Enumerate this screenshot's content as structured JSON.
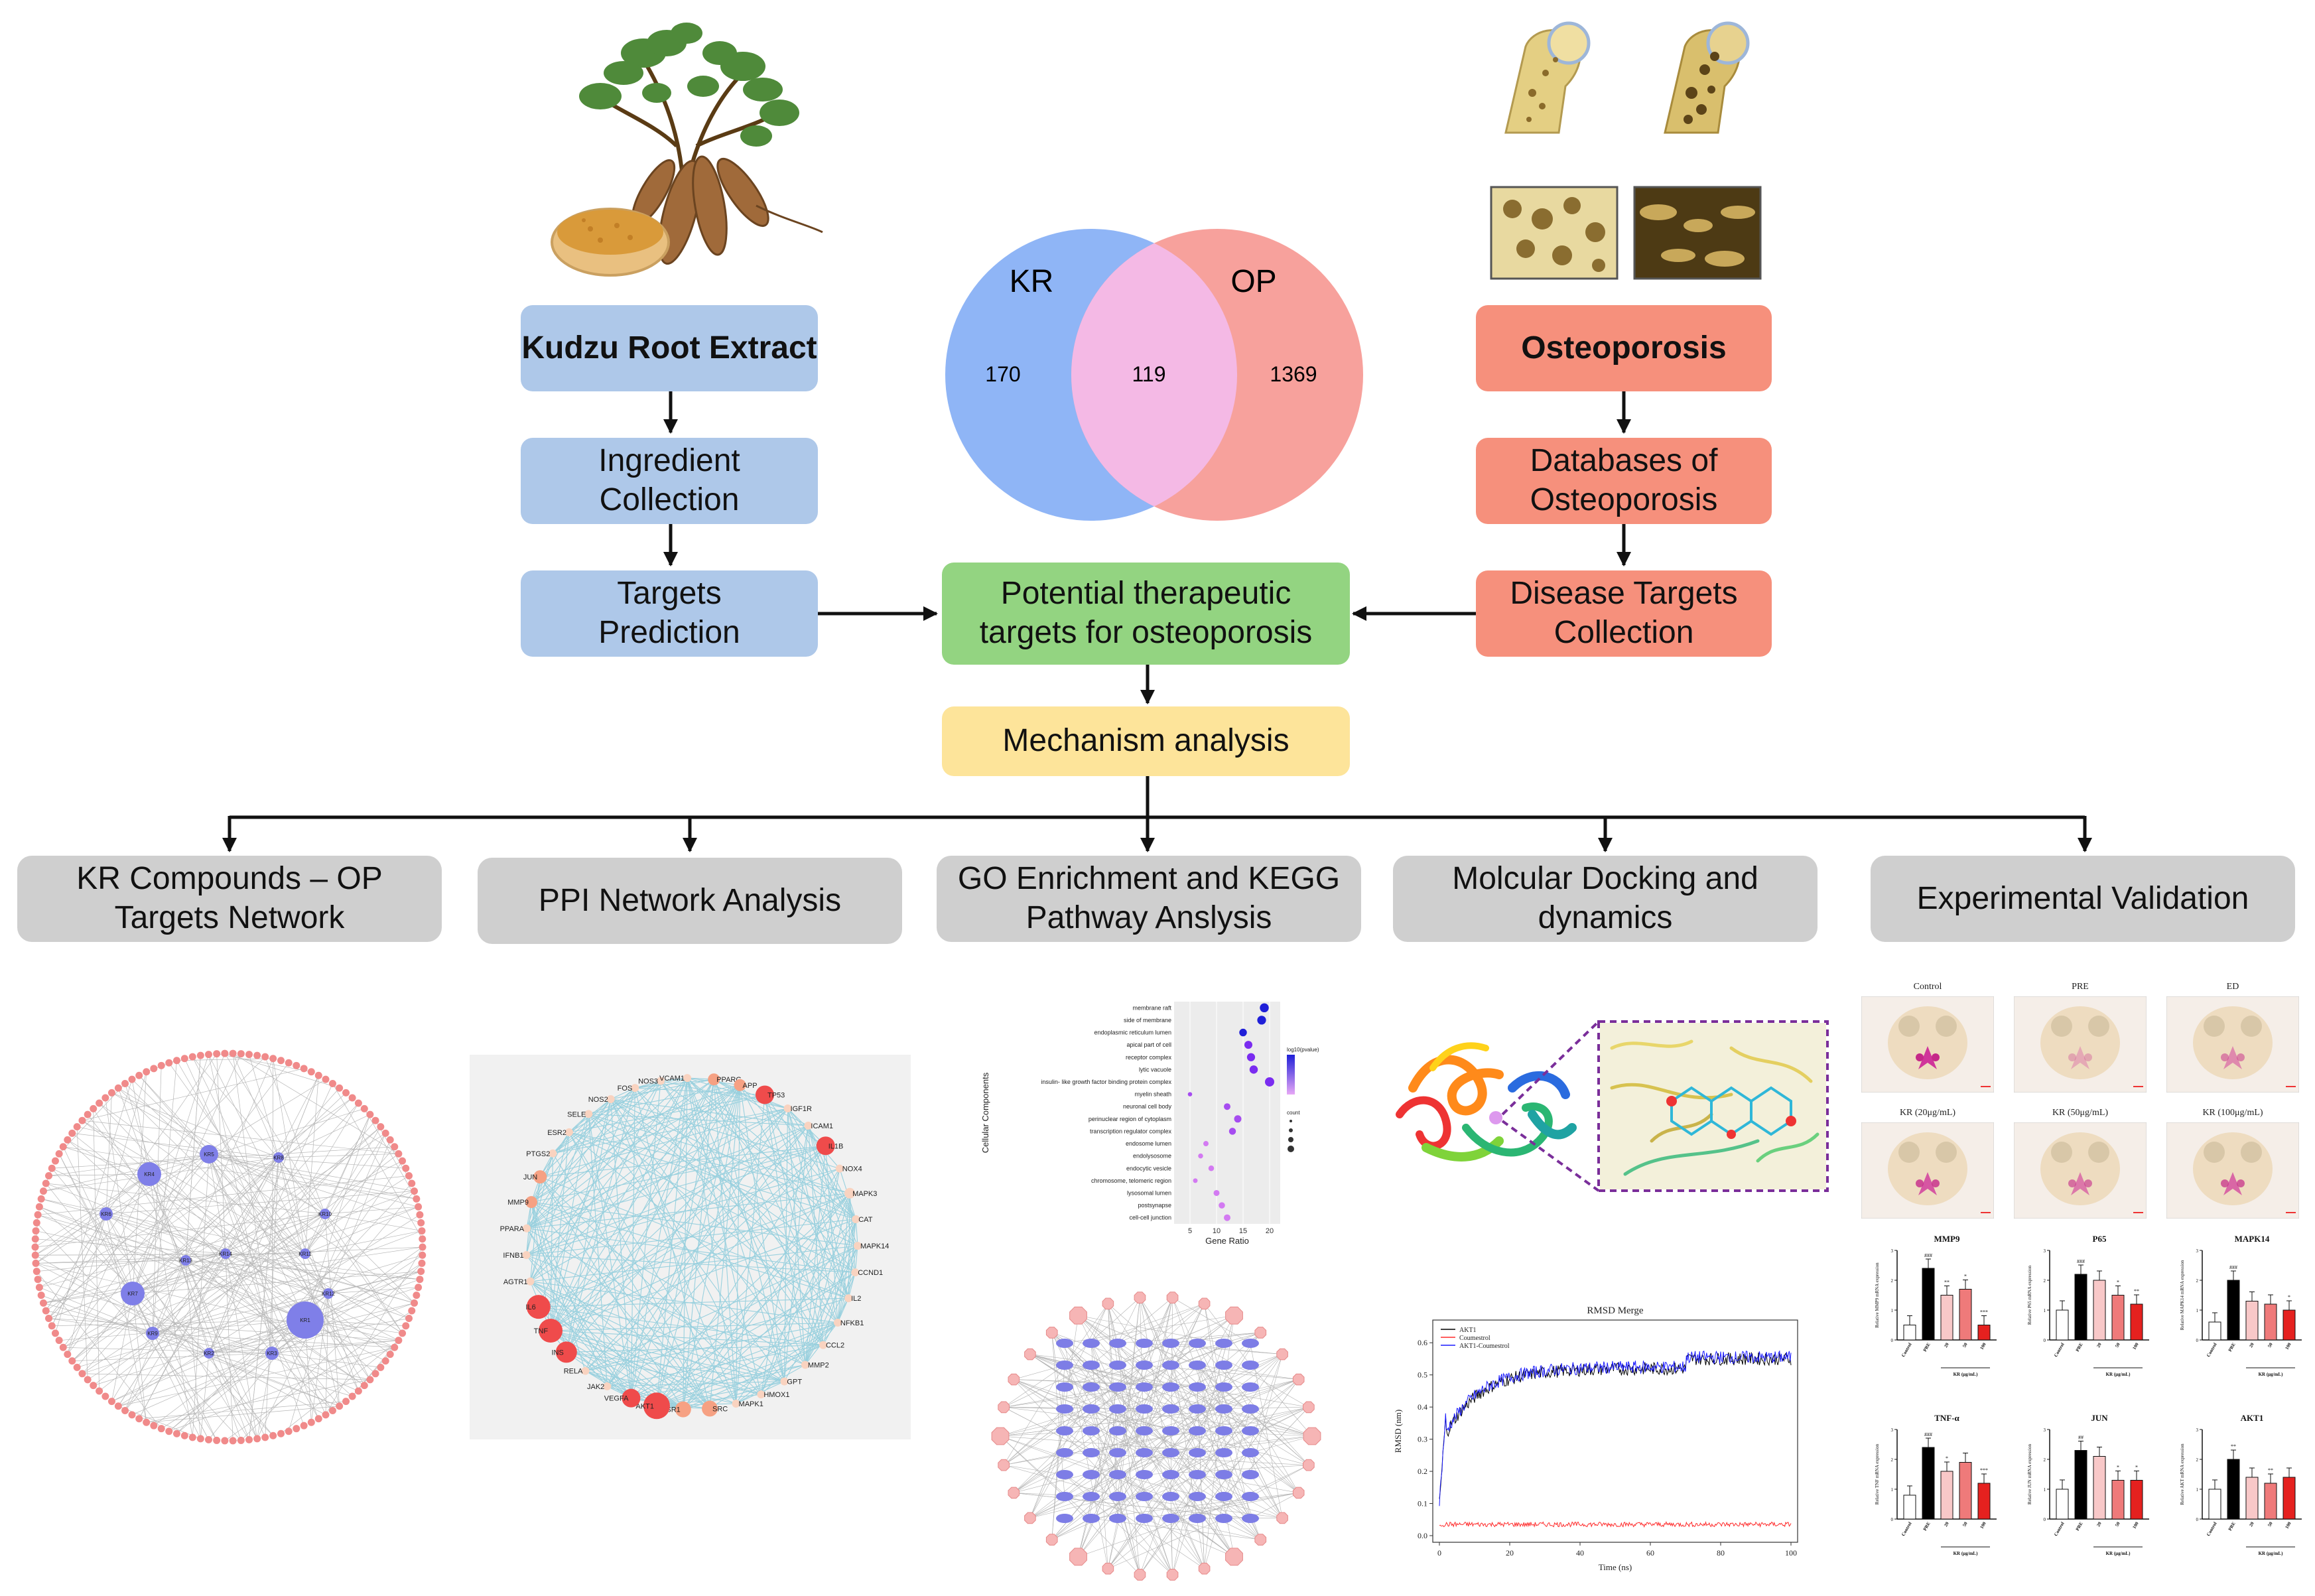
{
  "left_column": {
    "title": "Kudzu Root Extract",
    "step1": "Ingredient Collection",
    "step2": "Targets Prediction"
  },
  "right_column": {
    "title": "Osteoporosis",
    "step1": "Databases of Osteoporosis",
    "step2": "Disease Targets Collection"
  },
  "venn": {
    "left_label": "KR",
    "right_label": "OP",
    "left_only": "170",
    "overlap": "119",
    "right_only": "1369",
    "left_color": "#8fb5f6",
    "right_color": "#f7a19c",
    "overlap_color": "#f4b9e5"
  },
  "center": {
    "targets": "Potential therapeutic targets for osteoporosis",
    "mechanism": "Mechanism analysis"
  },
  "analyses": [
    {
      "label": "KR Compounds – OP Targets Network"
    },
    {
      "label": "PPI Network Analysis"
    },
    {
      "label": "GO Enrichment and KEGG Pathway Anslysis"
    },
    {
      "label": "Molcular Docking and dynamics"
    },
    {
      "label": "Experimental Validation"
    }
  ],
  "network1": {
    "hubs": [
      "KR4",
      "KR5",
      "KR8",
      "KR6",
      "KR7",
      "KR9",
      "KR2",
      "KR3",
      "KR1",
      "KR11",
      "KR10",
      "KR12",
      "KR14",
      "KR13"
    ]
  },
  "ppi": {
    "nodes": [
      "FOS",
      "NOS3",
      "VCAM1",
      "PPARG",
      "APP",
      "TP53",
      "IGF1R",
      "ICAM1",
      "IL1B",
      "NOX4",
      "MAPK3",
      "CAT",
      "MAPK14",
      "CCND1",
      "IL2",
      "NFKB1",
      "CCL2",
      "MMP2",
      "GPT",
      "HMOX1",
      "MAPK1",
      "SRC",
      "ESR1",
      "AKT1",
      "VEGFA",
      "JAK2",
      "RELA",
      "INS",
      "TNF",
      "IL6",
      "AGTR1",
      "IFNB1",
      "PPARA",
      "MMP9",
      "JUN",
      "PTGS2",
      "ESR2",
      "SELE",
      "NOS2"
    ]
  },
  "go_chart": {
    "ylabel": "Cellular Components",
    "xlabel": "Gene Ratio",
    "xticks": [
      "5",
      "10",
      "15",
      "20"
    ],
    "legend_p_title": "log10(pvalue)",
    "legend_count_title": "count",
    "terms": [
      "membrane raft",
      "side of membrane",
      "endoplasmic reticulum lumen",
      "apical part of cell",
      "receptor complex",
      "lytic vacuole",
      "insulin- like growth factor binding protein complex",
      "myelin sheath",
      "neuronal cell body",
      "perinuclear region of cytoplasm",
      "transcription regulator complex",
      "endosome lumen",
      "endolysosome",
      "endocytic vesicle",
      "chromosome, telomeric region",
      "lysosomal lumen",
      "postsynapse",
      "cell-cell junction"
    ]
  },
  "rmsd_chart": {
    "title": "RMSD Merge",
    "xlabel": "Time (ns)",
    "ylabel": "RMSD (nm)",
    "xticks": [
      "0",
      "20",
      "40",
      "60",
      "80",
      "100"
    ],
    "yticks": [
      "0.0",
      "0.1",
      "0.2",
      "0.3",
      "0.4",
      "0.5",
      "0.6"
    ],
    "legend": [
      "AKT1",
      "Coumestrol",
      "AKT1-Coumestrol"
    ],
    "colors": [
      "#000000",
      "#ff2a2a",
      "#1a1aff"
    ]
  },
  "zebrafish": {
    "labels": [
      "Control",
      "PRE",
      "ED",
      "KR (20μg/mL)",
      "KR (50μg/mL)",
      "KR (100μg/mL)"
    ]
  },
  "bar_charts": {
    "xgroup_label": "KR (μg/mL)",
    "categories": [
      "Control",
      "PRE",
      "20",
      "50",
      "100"
    ],
    "panels": [
      {
        "title": "MMP9",
        "ylabel": "Relative MMP9 mRNA expression",
        "values": [
          0.5,
          2.4,
          1.5,
          1.7,
          0.5
        ],
        "sig": [
          "",
          "###",
          "**",
          "*",
          "***"
        ]
      },
      {
        "title": "P65",
        "ylabel": "Relative P65 mRNA expression",
        "values": [
          1.0,
          2.2,
          2.0,
          1.5,
          1.2
        ],
        "sig": [
          "",
          "###",
          "",
          "*",
          "**"
        ]
      },
      {
        "title": "MAPK14",
        "ylabel": "Relative MAPK14 mRNA expression",
        "values": [
          0.6,
          2.0,
          1.3,
          1.2,
          1.0
        ],
        "sig": [
          "",
          "###",
          "",
          "",
          "*"
        ]
      },
      {
        "title": "TNF-α",
        "ylabel": "Relative TNF mRNA expression",
        "values": [
          0.8,
          2.4,
          1.6,
          1.9,
          1.2
        ],
        "sig": [
          "",
          "###",
          "*",
          "",
          "***"
        ]
      },
      {
        "title": "JUN",
        "ylabel": "Relative JUN mRNA expression",
        "values": [
          1.0,
          2.3,
          2.1,
          1.3,
          1.3
        ],
        "sig": [
          "",
          "##",
          "",
          "*",
          "*"
        ]
      },
      {
        "title": "AKT1",
        "ylabel": "Relative AKT mRNA expression",
        "values": [
          1.0,
          2.0,
          1.4,
          1.2,
          1.4
        ],
        "sig": [
          "",
          "**",
          "",
          "**",
          ""
        ]
      }
    ],
    "colors": [
      "#ffffff",
      "#000000",
      "#f8c8c8",
      "#ef7a7a",
      "#e5211f"
    ]
  }
}
